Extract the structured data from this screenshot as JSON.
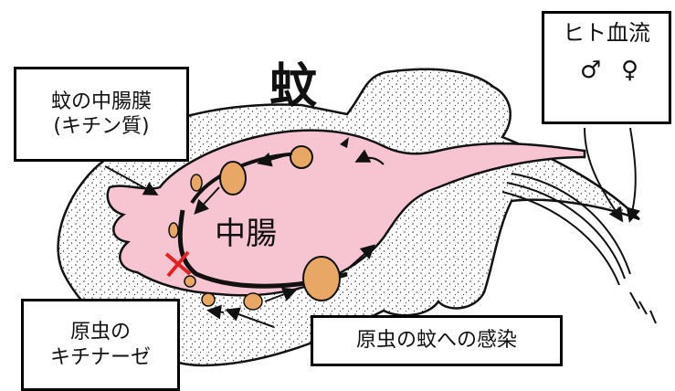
{
  "labels": {
    "mosquito": "蚊",
    "midgut": "中腸",
    "membrane_line1": "蚊の中腸膜",
    "membrane_line2": "(キチン質)",
    "human_blood": "ヒト血流",
    "male_symbol": "♂",
    "female_symbol": "♀",
    "chitinase_line1": "原虫の",
    "chitinase_line2": "キチナーゼ",
    "infection": "原虫の蚊への感染"
  },
  "colors": {
    "gut_fill": "#f7c4d2",
    "parasite_fill": "#e9a766",
    "blood_cell": "#b5121b",
    "blood_cell_inner": "#f1b15b",
    "block_mark": "#e32121",
    "outline": "#111111"
  }
}
